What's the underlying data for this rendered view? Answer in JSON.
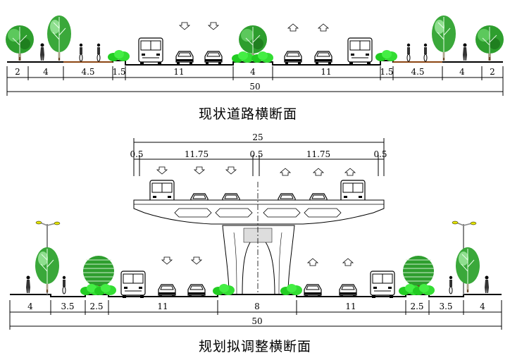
{
  "current_section": {
    "title": "现状道路横断面",
    "widths": [
      "2",
      "4",
      "4.5",
      "1.5",
      "11",
      "4",
      "11",
      "1.5",
      "4.5",
      "4",
      "2"
    ],
    "total": "50"
  },
  "planned_section": {
    "title": "规划拟调整横断面",
    "upper_widths": [
      "0.5",
      "11.75",
      "0.5",
      "11.75",
      "0.5"
    ],
    "upper_total": "25",
    "lower_widths": [
      "4",
      "3.5",
      "2.5",
      "11",
      "8",
      "11",
      "2.5",
      "3.5",
      "4"
    ],
    "lower_total": "50"
  },
  "colors": {
    "tree_green": "#2e9e2e",
    "shrub_green": "#22cc22",
    "line": "#000000",
    "curb_brown": "#8b4513"
  },
  "icons": [
    "tree-icon",
    "shrub-icon",
    "bus-icon",
    "car-icon",
    "pedestrian-icon",
    "cyclist-icon",
    "direction-arrow-icon",
    "street-lamp-icon"
  ]
}
